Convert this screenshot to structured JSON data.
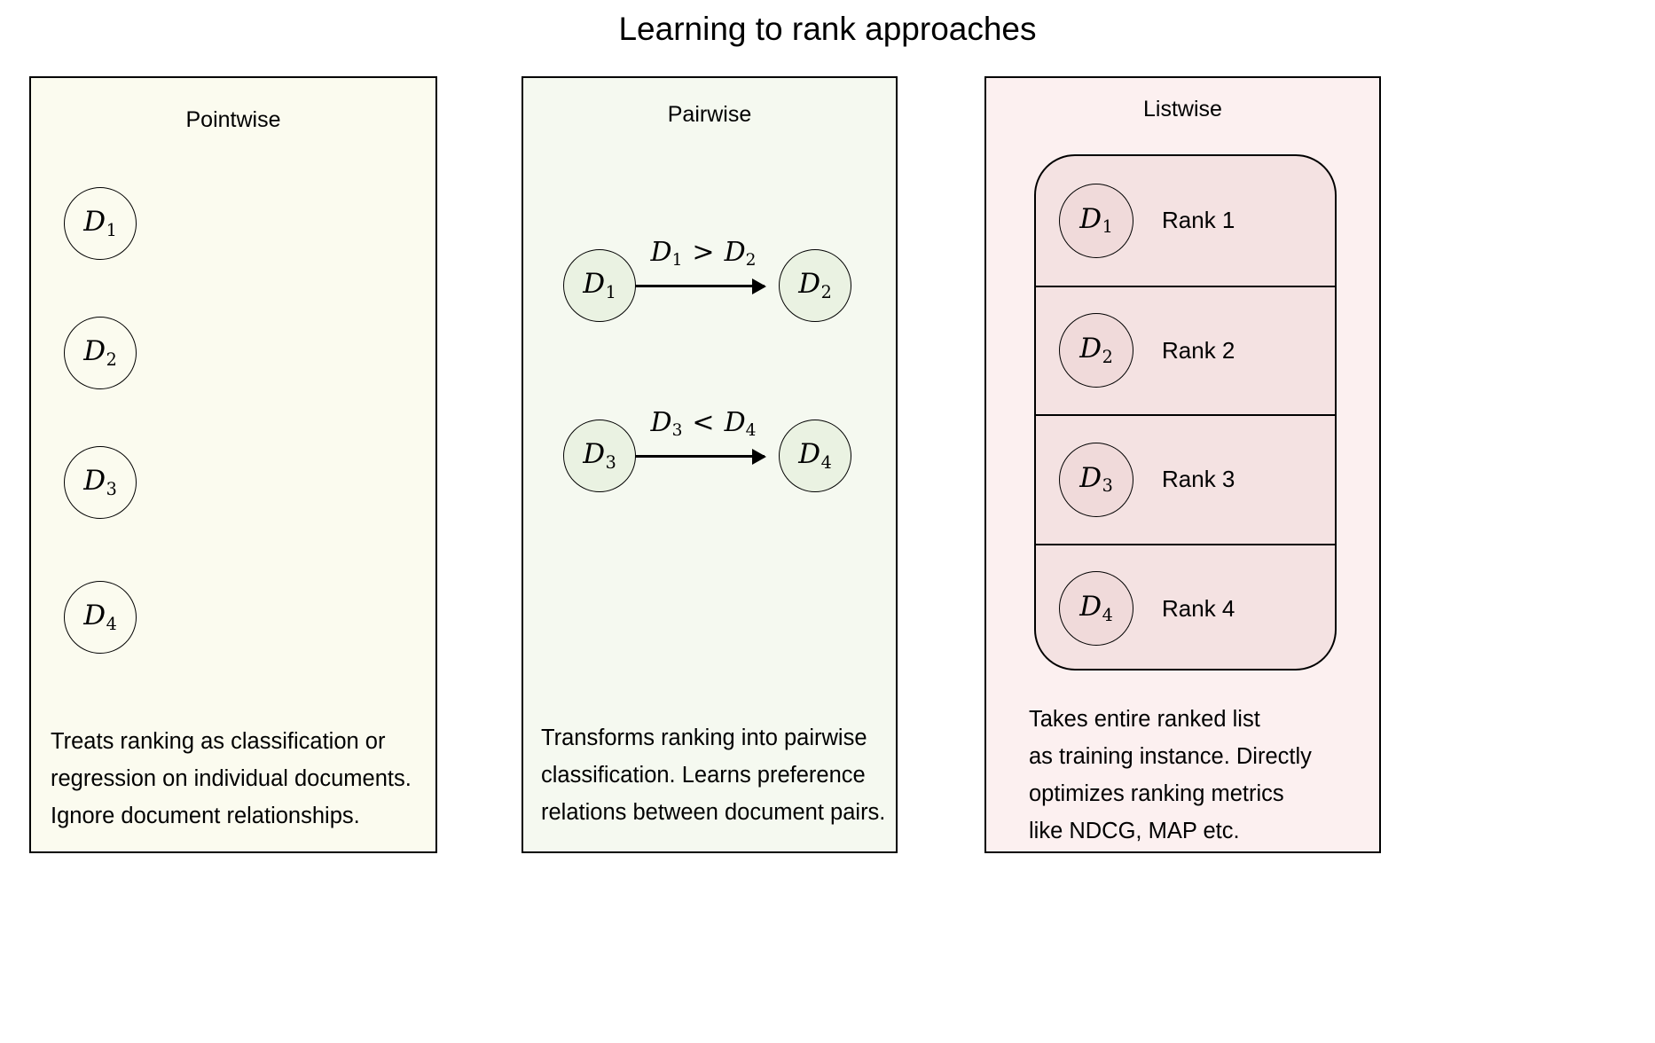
{
  "title": "Learning to rank approaches",
  "panels": {
    "pointwise": {
      "title": "Pointwise",
      "documents": [
        {
          "base": "D",
          "sub": "1"
        },
        {
          "base": "D",
          "sub": "2"
        },
        {
          "base": "D",
          "sub": "3"
        },
        {
          "base": "D",
          "sub": "4"
        }
      ],
      "description": "Treats ranking as classification or\nregression on individual documents.\nIgnore document relationships.",
      "bg_color": "#fbfbef",
      "circle_fill": "#fbfbef"
    },
    "pairwise": {
      "title": "Pairwise",
      "pairs": [
        {
          "left": {
            "base": "D",
            "sub": "1"
          },
          "right": {
            "base": "D",
            "sub": "2"
          },
          "operator": ">",
          "label_left": {
            "base": "D",
            "sub": "1"
          },
          "label_right": {
            "base": "D",
            "sub": "2"
          }
        },
        {
          "left": {
            "base": "D",
            "sub": "3"
          },
          "right": {
            "base": "D",
            "sub": "4"
          },
          "operator": "<",
          "label_left": {
            "base": "D",
            "sub": "3"
          },
          "label_right": {
            "base": "D",
            "sub": "4"
          }
        }
      ],
      "description": "Transforms ranking into pairwise\nclassification. Learns preference\nrelations between document pairs.",
      "bg_color": "#f5f9f0",
      "circle_fill": "#eaf2e2"
    },
    "listwise": {
      "title": "Listwise",
      "rows": [
        {
          "doc": {
            "base": "D",
            "sub": "1"
          },
          "rank": "Rank 1"
        },
        {
          "doc": {
            "base": "D",
            "sub": "2"
          },
          "rank": "Rank 2"
        },
        {
          "doc": {
            "base": "D",
            "sub": "3"
          },
          "rank": "Rank 3"
        },
        {
          "doc": {
            "base": "D",
            "sub": "4"
          },
          "rank": "Rank 4"
        }
      ],
      "description": "Takes entire ranked list\nas training instance. Directly\noptimizes ranking metrics\nlike NDCG, MAP etc.",
      "bg_color": "#fcf0f0",
      "box_fill": "#f4e2e2",
      "circle_fill": "#f0dada"
    }
  },
  "colors": {
    "stroke": "#000000",
    "page_background": "#ffffff"
  }
}
